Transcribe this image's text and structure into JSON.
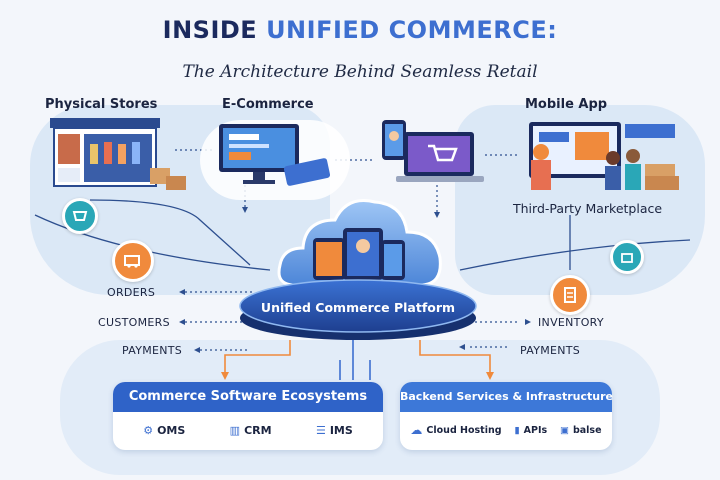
{
  "title": {
    "part1": "INSIDE ",
    "part2": "UNIFIED COMMERCE:"
  },
  "subtitle": "The Architecture Behind Seamless Retail",
  "channels": {
    "physical": "Physical Stores",
    "ecommerce": "E-Commerce",
    "mobile": "Mobile App",
    "marketplace": "Third-Party Marketplace"
  },
  "left_flows": [
    "ORDERS",
    "CUSTOMERS",
    "PAYMENTS"
  ],
  "right_flows": [
    "INVENTORY",
    "PAYMENTS"
  ],
  "platform": "Unified Commerce Platform",
  "ecosystems": {
    "title": "Commerce Software Ecosystems",
    "items": [
      "OMS",
      "CRM",
      "IMS"
    ]
  },
  "backend": {
    "title": "Backend Services & Infrastructure",
    "items": [
      "Cloud Hosting",
      "APIs",
      "balse"
    ]
  },
  "colors": {
    "navy": "#1b2a5e",
    "accent_blue": "#3d6fd0",
    "orange": "#f08a3c",
    "teal": "#2aa7b7"
  }
}
